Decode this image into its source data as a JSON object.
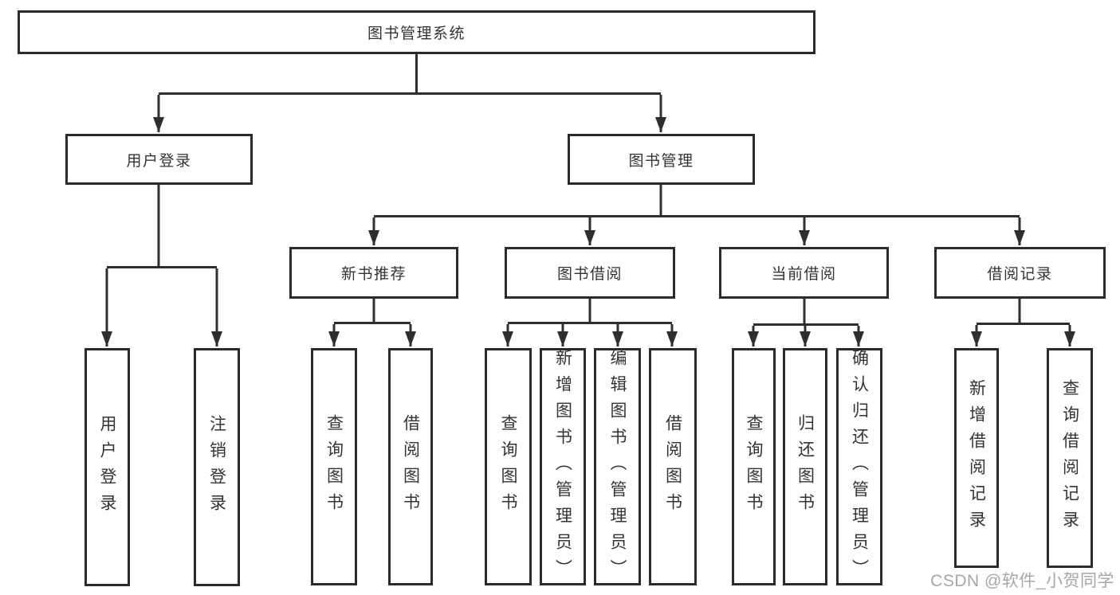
{
  "diagram": {
    "type": "tree",
    "root": {
      "label": "图书管理系统"
    },
    "branches": [
      {
        "label": "用户登录",
        "children": [
          {
            "label": "用户登录"
          },
          {
            "label": "注销登录"
          }
        ]
      },
      {
        "label": "图书管理",
        "children": [
          {
            "label": "新书推荐",
            "children": [
              {
                "label": "查询图书"
              },
              {
                "label": "借阅图书"
              }
            ]
          },
          {
            "label": "图书借阅",
            "children": [
              {
                "label": "查询图书"
              },
              {
                "label": "新增图书（管理员）"
              },
              {
                "label": "编辑图书（管理员）"
              },
              {
                "label": "借阅图书"
              }
            ]
          },
          {
            "label": "当前借阅",
            "children": [
              {
                "label": "查询图书"
              },
              {
                "label": "归还图书"
              },
              {
                "label": "确认归还（管理员）"
              }
            ]
          },
          {
            "label": "借阅记录",
            "children": [
              {
                "label": "新增借阅记录"
              },
              {
                "label": "查询借阅记录"
              }
            ]
          }
        ]
      }
    ]
  },
  "watermark": "CSDN @软件_小贺同学",
  "colors": {
    "line": "#2e2e2e",
    "box_border": "#2b2b2b",
    "box_fill": "#ffffff",
    "text": "#333333",
    "watermark": "#a6a6a6"
  }
}
